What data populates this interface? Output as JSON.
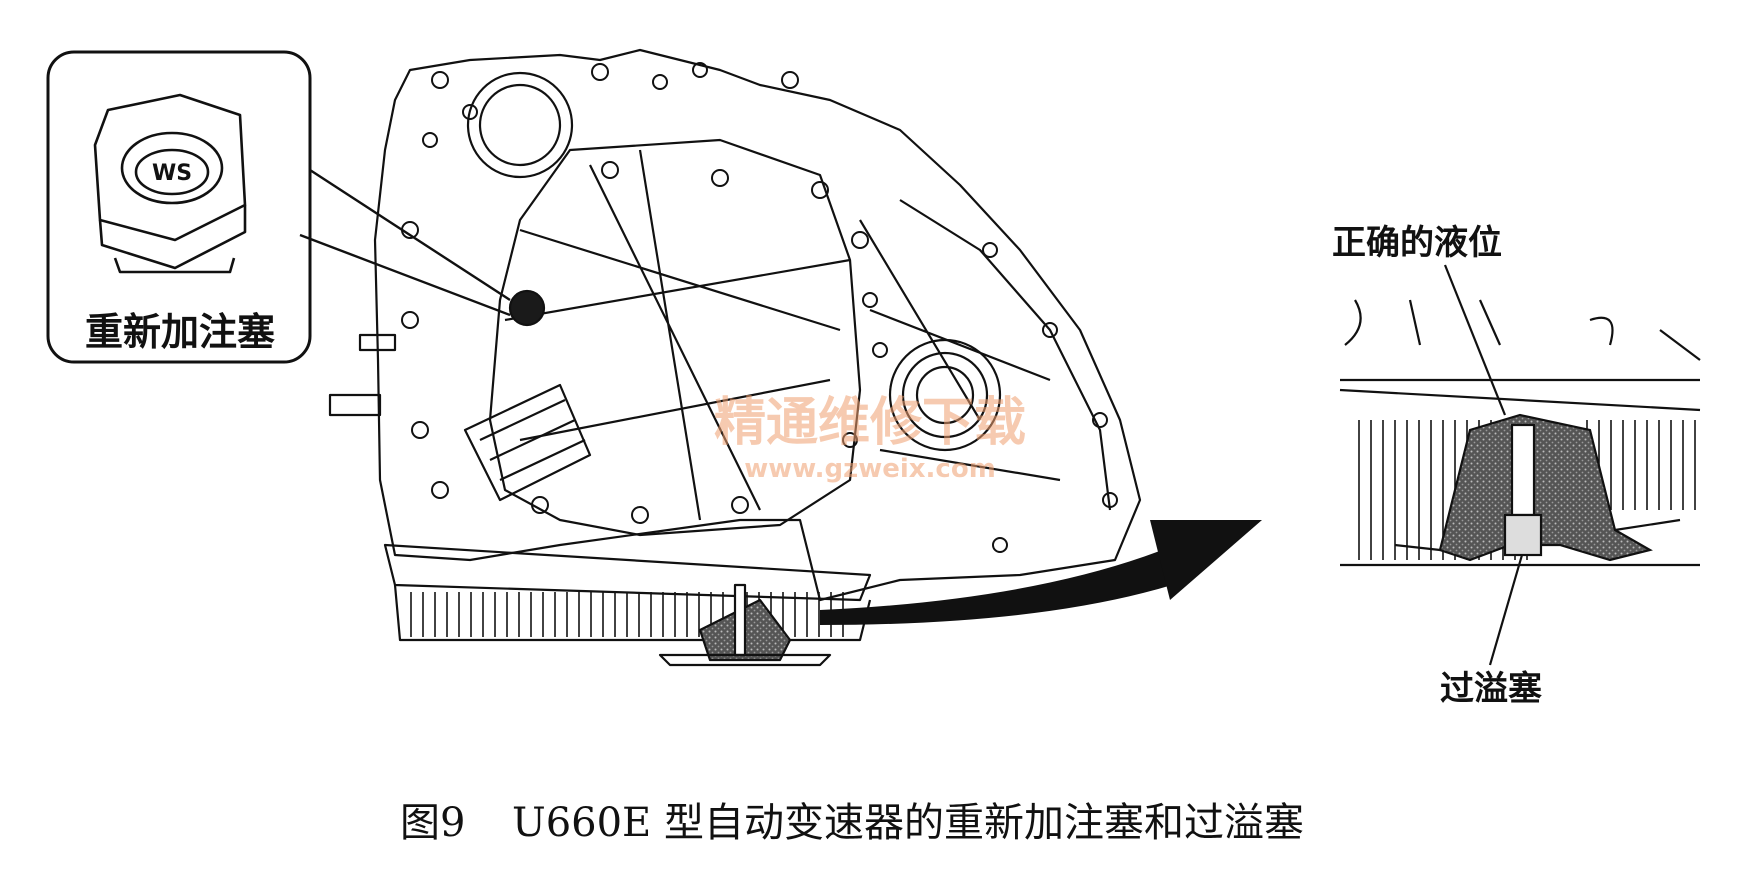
{
  "labels": {
    "refill_plug": "重新加注塞",
    "plug_marking": "WS",
    "correct_level": "正确的液位",
    "overflow_plug": "过溢塞"
  },
  "caption": {
    "figure_no": "图9",
    "text": "U660E 型自动变速器的重新加注塞和过溢塞"
  },
  "watermark": {
    "text": "精通维修下载",
    "url": "www.gzweix.com"
  },
  "colors": {
    "ink": "#111111",
    "watermark": "#f0a070"
  }
}
